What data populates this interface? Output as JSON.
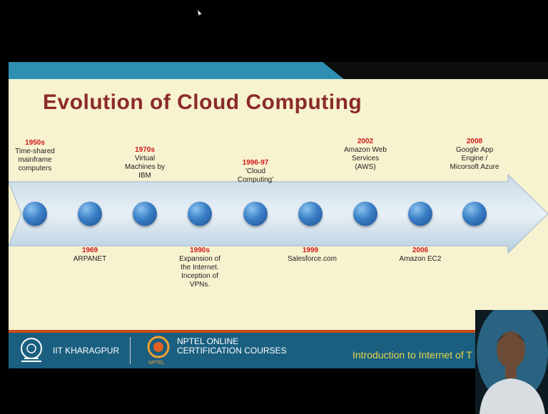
{
  "slide": {
    "title": "Evolution of Cloud Computing",
    "events": [
      {
        "year": "1950s",
        "label": "Time-shared mainframe computers",
        "pos": "top"
      },
      {
        "year": "1969",
        "label": "ARPANET",
        "pos": "bottom"
      },
      {
        "year": "1970s",
        "label": "Virtual Machines by IBM",
        "pos": "top"
      },
      {
        "year": "1990s",
        "label": "Expansion of the Internet. Inception of VPNs.",
        "pos": "bottom"
      },
      {
        "year": "1996-97",
        "label": "'Cloud Computing'",
        "pos": "top"
      },
      {
        "year": "1999",
        "label": "Salesforce.com",
        "pos": "bottom"
      },
      {
        "year": "2002",
        "label": "Amazon Web Services (AWS)",
        "pos": "top"
      },
      {
        "year": "2006",
        "label": "Amazon EC2",
        "pos": "bottom"
      },
      {
        "year": "2008",
        "label": "Google App Engine / Micorsoft Azure",
        "pos": "top"
      }
    ]
  },
  "footer": {
    "institute": "IIT KHARAGPUR",
    "nptel_line1": "NPTEL ONLINE",
    "nptel_line2": "CERTIFICATION COURSES",
    "nptel_logo_text": "NPTEL",
    "course": "Introduction to Internet of T"
  },
  "colors": {
    "slide_bg": "#f7f2cf",
    "title": "#8b2a2a",
    "year": "#d01818",
    "footer_bg": "#1a5f80",
    "course_text": "#e8d64a"
  }
}
